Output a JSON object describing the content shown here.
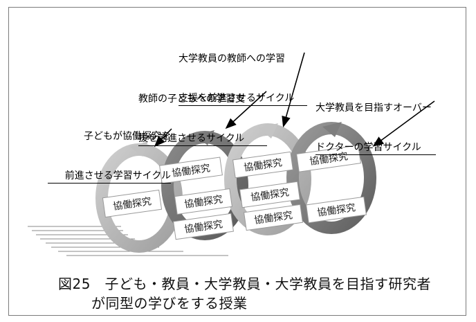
{
  "callouts": {
    "c1": [
      "子どもが協働探究を",
      "前進させる学習サイクル"
    ],
    "c2": [
      "教師の子どもへの学習支",
      "援を前進させるサイクル"
    ],
    "c3": [
      "大学教員の教師への学習",
      "支援を前進させるサイクル"
    ],
    "c4": [
      "大学教員を目指すオーバー",
      "ドクターの学習サイクル"
    ]
  },
  "band_label": "協働探究",
  "caption": {
    "line1": "図25　子ども・教員・大学教員・大学教員を目指す研究者",
    "line2": "が同型の学びをする授業"
  },
  "colors": {
    "ring_light": "#b3b3b3",
    "ring_mid": "#7c7c7c",
    "ring_dark": "#6d6d6d",
    "band_fill": "#ffffff"
  }
}
